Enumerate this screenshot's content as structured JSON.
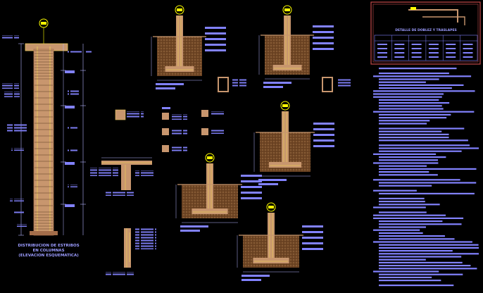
{
  "drawing": {
    "title_lines": [
      "DISTRIBUCION DE ESTRIBOS",
      "EN COLUMNAS",
      "(ELEVACION ESQUEMATICA)"
    ],
    "detail_panel_title": "DETALLE DE DOBLEZ Y TRASLAPES",
    "colors": {
      "background": "#000000",
      "concrete": "#c8966e",
      "concrete_dark": "#a36d4a",
      "soil": "#8a5a32",
      "rebar": "#e6c65a",
      "annotation": "#8282ff",
      "dimension": "#b4b4ff",
      "panel_border": "#c04848",
      "marker": "#ffff00"
    }
  }
}
